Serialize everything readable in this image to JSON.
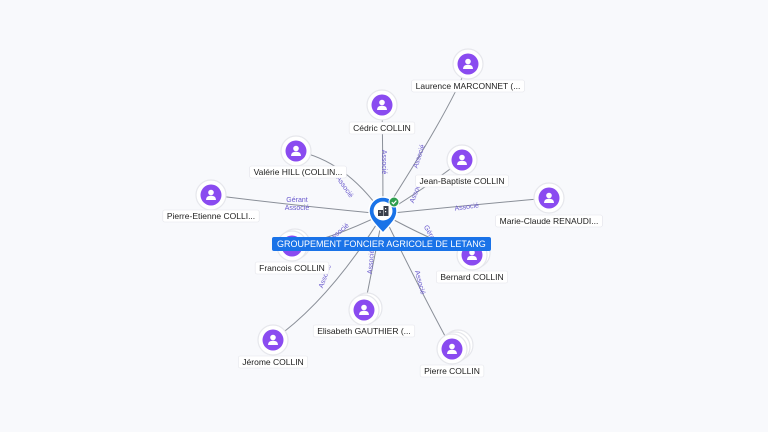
{
  "center": {
    "label": "GROUPEMENT FONCIER AGRICOLE DE LETANG",
    "icon": "company-icon",
    "badge_icon": "check-icon",
    "colors": {
      "pin": "#1a73e8",
      "badge": "#2e9e4f"
    }
  },
  "colors": {
    "person": "#8a4bf0",
    "edge_label": "#6a5acd"
  },
  "nodes": [
    {
      "id": "laurence",
      "label": "Laurence MARCONNET (...",
      "icon": "person-icon"
    },
    {
      "id": "cedric",
      "label": "Cédric COLLIN",
      "icon": "person-icon"
    },
    {
      "id": "valerie",
      "label": "Valérie HILL (COLLIN...",
      "icon": "person-icon"
    },
    {
      "id": "jean-baptiste",
      "label": "Jean-Baptiste COLLIN",
      "icon": "person-icon"
    },
    {
      "id": "pierre-etienne",
      "label": "Pierre-Etienne COLLI...",
      "icon": "person-icon"
    },
    {
      "id": "marie-claude",
      "label": "Marie-Claude RENAUDI...",
      "icon": "person-icon"
    },
    {
      "id": "francois",
      "label": "Francois COLLIN",
      "icon": "person-icon"
    },
    {
      "id": "bernard",
      "label": "Bernard COLLIN",
      "icon": "person-icon"
    },
    {
      "id": "elisabeth",
      "label": "Elisabeth GAUTHIER (...",
      "icon": "person-icon"
    },
    {
      "id": "jerome",
      "label": "Jérome COLLIN",
      "icon": "person-icon"
    },
    {
      "id": "pierre",
      "label": "Pierre COLLIN",
      "icon": "person-icon"
    }
  ],
  "edges": [
    {
      "to": "laurence",
      "labels": [
        "Associé"
      ]
    },
    {
      "to": "cedric",
      "labels": [
        "Associé"
      ]
    },
    {
      "to": "valerie",
      "labels": [
        "Associé"
      ]
    },
    {
      "to": "jean-baptiste",
      "labels": [
        "Associé"
      ]
    },
    {
      "to": "pierre-etienne",
      "labels": [
        "Gérant",
        "Associé"
      ]
    },
    {
      "to": "marie-claude",
      "labels": [
        "Associé"
      ]
    },
    {
      "to": "francois",
      "labels": [
        "Associé"
      ]
    },
    {
      "to": "bernard",
      "labels": [
        "Gérant"
      ]
    },
    {
      "to": "elisabeth",
      "labels": [
        "Associé"
      ]
    },
    {
      "to": "jerome",
      "labels": [
        "Associé"
      ]
    },
    {
      "to": "pierre",
      "labels": [
        "Associé"
      ]
    }
  ]
}
